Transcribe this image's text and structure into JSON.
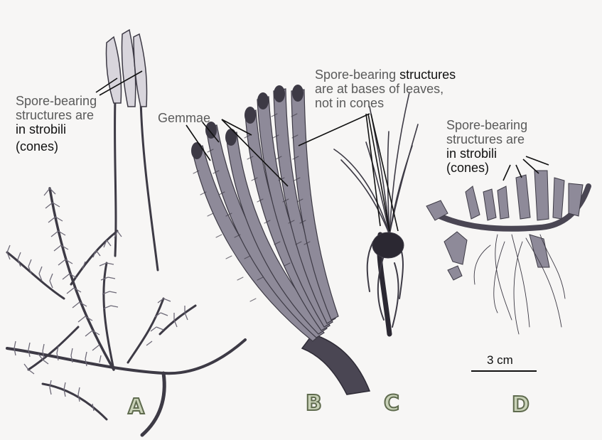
{
  "labels": {
    "a_line1": "Spore-bearing",
    "a_line2": "structures are",
    "a_line3_prefix": "in ",
    "a_line3_dark": "strobili",
    "a_line4": "(cones)",
    "gemmae": "Gemmae",
    "c_line1_prefix": "Spore-bearing ",
    "c_line1_dark": "structures",
    "c_line2": "are at bases of leaves,",
    "c_line3": "not in cones",
    "d_line1": "Spore-bearing",
    "d_line2": "structures are",
    "d_line3_prefix": "in ",
    "d_line3_dark": "strobili",
    "d_line4": "(cones)"
  },
  "panels": [
    "A",
    "B",
    "C",
    "D"
  ],
  "scale_bar": {
    "label": "3 cm"
  },
  "colors": {
    "plant_ink": "#3d3a45",
    "plant_light": "#8d8a95",
    "label_gray": "#5a5a5a",
    "panel_letter_fill": "#c9d2b8",
    "panel_letter_stroke": "#5f6b4e"
  }
}
